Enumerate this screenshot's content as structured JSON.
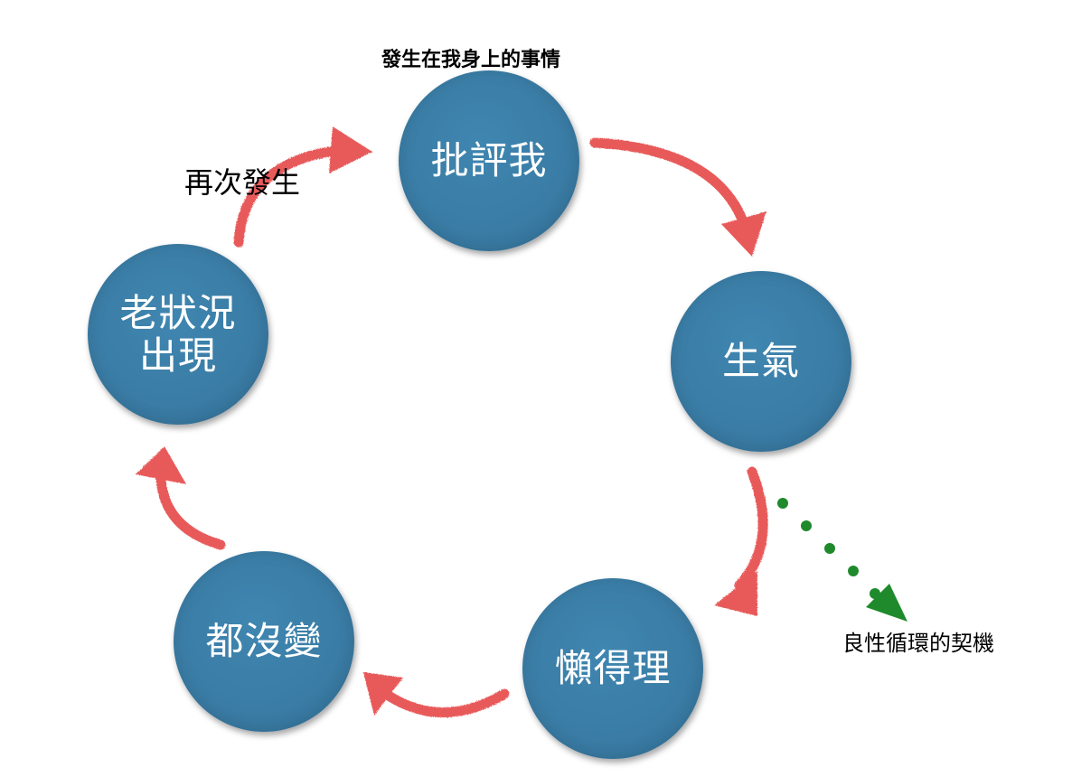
{
  "diagram": {
    "top_label": "發生在我身上的事情",
    "again_label": "再次發生",
    "virtuous_label": "良性循環的契機",
    "nodes": {
      "criticize": "批評我",
      "angry": "生氣",
      "lazy": "懶得理",
      "no_change": "都沒變",
      "old_situation": "老狀況\n出現"
    }
  },
  "colors": {
    "node_fill": "#3a7ca5",
    "arrow": "#e85a5a",
    "dotted_arrow": "#1f8a2c",
    "text_on_node": "#ffffff"
  }
}
